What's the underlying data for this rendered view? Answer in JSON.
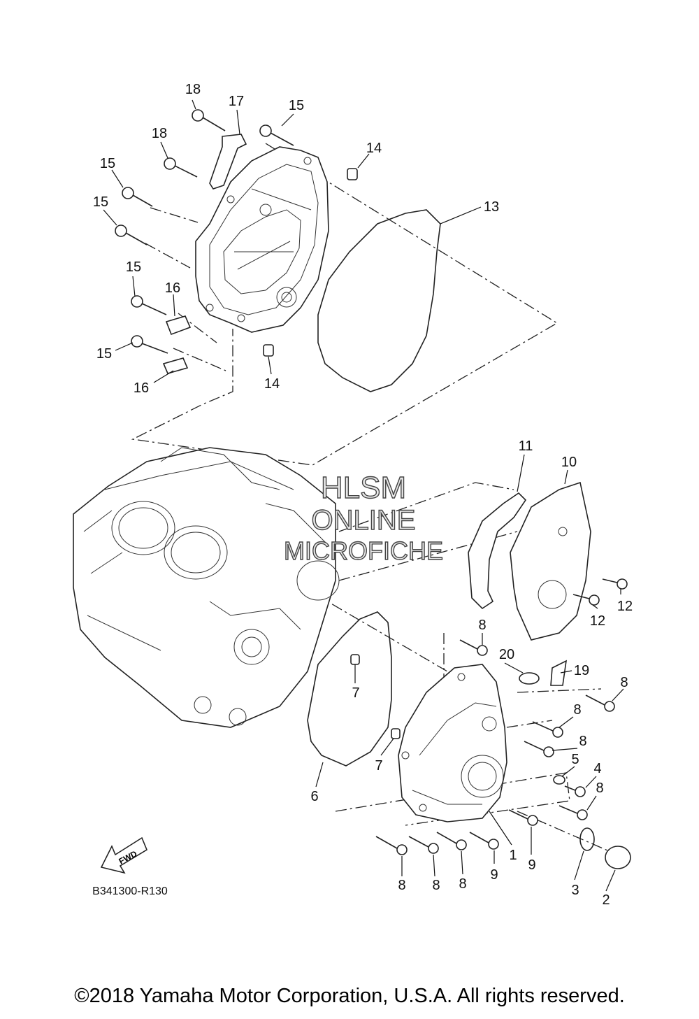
{
  "callouts": [
    {
      "label": "18"
    },
    {
      "label": "17"
    },
    {
      "label": "15"
    },
    {
      "label": "14"
    },
    {
      "label": "18"
    },
    {
      "label": "15"
    },
    {
      "label": "15"
    },
    {
      "label": "13"
    },
    {
      "label": "15"
    },
    {
      "label": "16"
    },
    {
      "label": "15"
    },
    {
      "label": "14"
    },
    {
      "label": "16"
    },
    {
      "label": "11"
    },
    {
      "label": "10"
    },
    {
      "label": "12"
    },
    {
      "label": "12"
    },
    {
      "label": "8"
    },
    {
      "label": "20"
    },
    {
      "label": "19"
    },
    {
      "label": "8"
    },
    {
      "label": "7"
    },
    {
      "label": "8"
    },
    {
      "label": "8"
    },
    {
      "label": "5"
    },
    {
      "label": "4"
    },
    {
      "label": "7"
    },
    {
      "label": "8"
    },
    {
      "label": "6"
    },
    {
      "label": "1"
    },
    {
      "label": "9"
    },
    {
      "label": "9"
    },
    {
      "label": "3"
    },
    {
      "label": "2"
    },
    {
      "label": "8"
    },
    {
      "label": "8"
    },
    {
      "label": "8"
    }
  ],
  "watermark": {
    "line1": "HLSM",
    "line2": "ONLINE",
    "line3": "MICROFICHE"
  },
  "direction_marker": "FWD",
  "diagram_code": "B341300-R130",
  "copyright": "©2018 Yamaha Motor Corporation, U.S.A. All rights reserved."
}
